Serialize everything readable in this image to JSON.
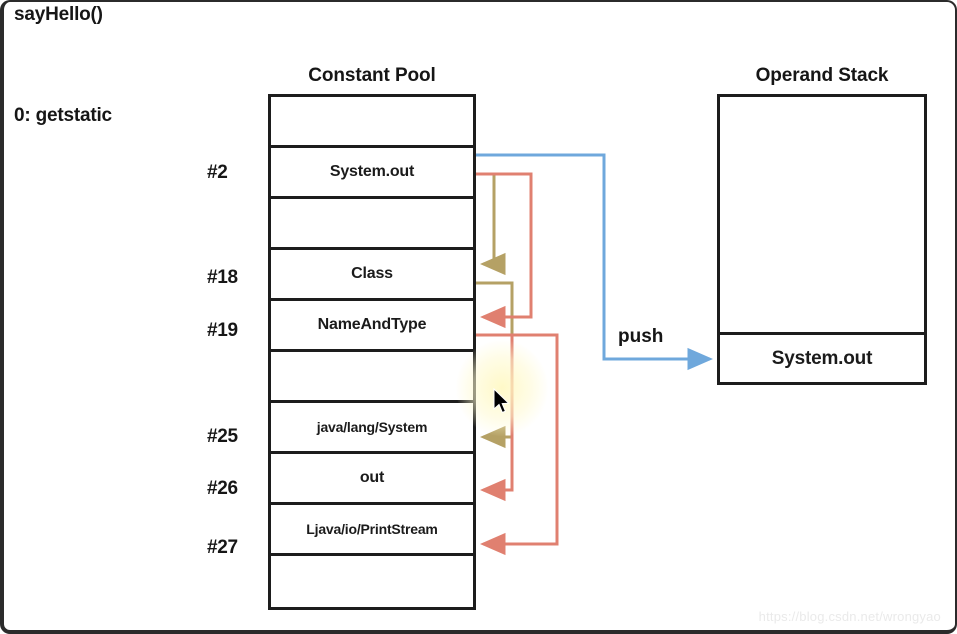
{
  "method_title": "sayHello()",
  "instruction": "0: getstatic",
  "constant_pool": {
    "title": "Constant Pool",
    "rows": [
      {
        "index": "",
        "value": ""
      },
      {
        "index": "#2",
        "value": "System.out"
      },
      {
        "index": "",
        "value": ""
      },
      {
        "index": "#18",
        "value": "Class"
      },
      {
        "index": "#19",
        "value": "NameAndType"
      },
      {
        "index": "",
        "value": ""
      },
      {
        "index": "#25",
        "value": "java/lang/System"
      },
      {
        "index": "#26",
        "value": "out"
      },
      {
        "index": "#27",
        "value": "Ljava/io/PrintStream"
      },
      {
        "index": "",
        "value": ""
      }
    ]
  },
  "operand_stack": {
    "title": "Operand Stack",
    "items": [
      "System.out"
    ]
  },
  "push_label": "push",
  "watermark": "https://blog.csdn.net/wrongyao",
  "colors": {
    "push_arrow": "#6fa8dc",
    "class_arrow": "#b5a165",
    "nameandtype_arrow": "#e08070",
    "border": "#1d1d1d",
    "text": "#161616",
    "cursor_glow": "#fff8be"
  },
  "arrows": [
    {
      "name": "push-arrow",
      "from": "#2 System.out",
      "to": "operand stack System.out",
      "color": "#6fa8dc",
      "label": "push"
    },
    {
      "name": "class-ref-arrow",
      "from": "#2 System.out",
      "to": "#18 Class",
      "color": "#b5a165"
    },
    {
      "name": "nameandtype-ref-arrow",
      "from": "#2 System.out",
      "to": "#19 NameAndType",
      "color": "#e08070"
    },
    {
      "name": "class-name-arrow",
      "from": "#18 Class",
      "to": "#25 java/lang/System",
      "color": "#b5a165"
    },
    {
      "name": "name-arrow",
      "from": "#19 NameAndType",
      "to": "#26 out",
      "color": "#e08070"
    },
    {
      "name": "type-arrow",
      "from": "#19 NameAndType",
      "to": "#27 Ljava/io/PrintStream",
      "color": "#e08070"
    }
  ]
}
